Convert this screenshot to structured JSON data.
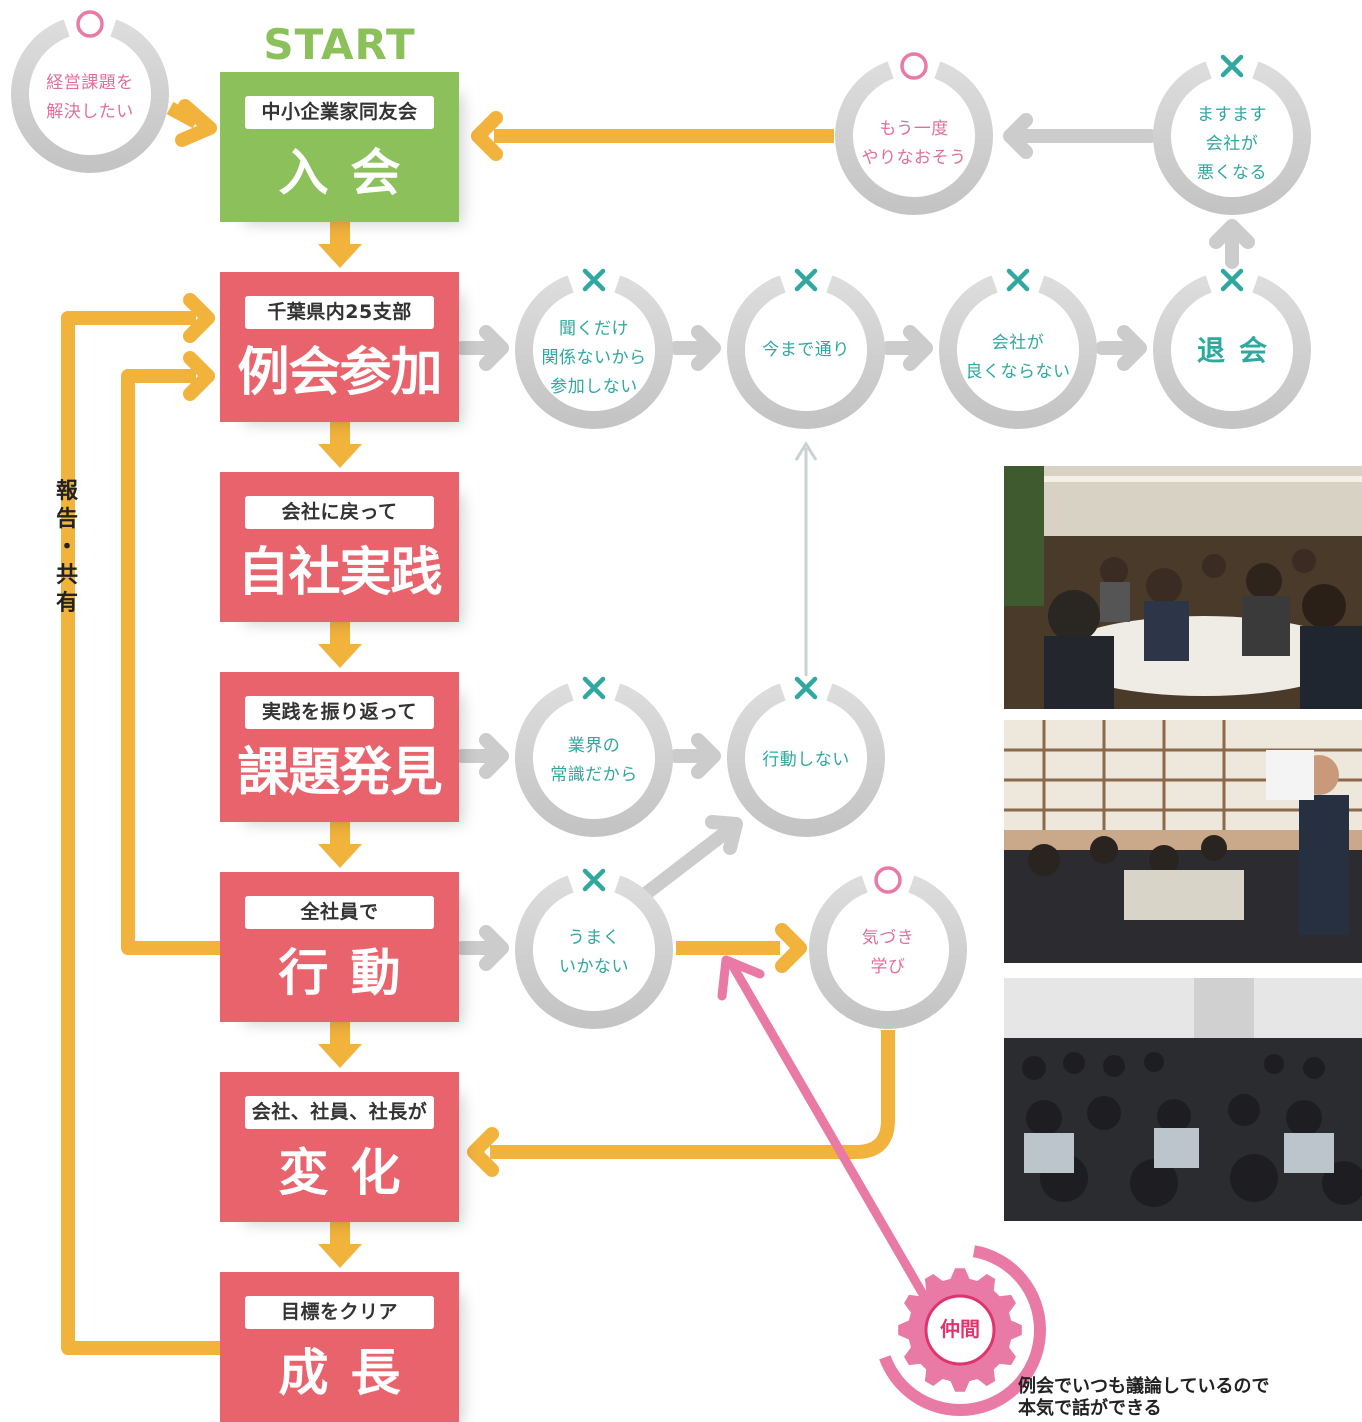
{
  "start": "START",
  "steps": [
    {
      "small": "中小企業家同友会",
      "big": "入会"
    },
    {
      "small": "千葉県内25支部",
      "big": "例会参加"
    },
    {
      "small": "会社に戻って",
      "big": "自社実践"
    },
    {
      "small": "実践を振り返って",
      "big": "課題発見"
    },
    {
      "small": "全社員で",
      "big": "行動"
    },
    {
      "small": "会社、社員、社長が",
      "big": "変化"
    },
    {
      "small": "目標をクリア",
      "big": "成長"
    }
  ],
  "nodes": {
    "want_solve": {
      "mark": "○",
      "lines": [
        "経営課題を",
        "解決したい"
      ]
    },
    "once_more": {
      "mark": "○",
      "lines": [
        "もう一度",
        "やりなおそう"
      ]
    },
    "worse": {
      "mark": "×",
      "lines": [
        "ますます",
        "会社が",
        "悪くなる"
      ]
    },
    "listen_only": {
      "mark": "×",
      "lines": [
        "聞くだけ",
        "関係ないから",
        "参加しない"
      ]
    },
    "as_before": {
      "mark": "×",
      "lines": [
        "今まで通り"
      ]
    },
    "not_better": {
      "mark": "×",
      "lines": [
        "会社が",
        "良くならない"
      ]
    },
    "withdraw": {
      "mark": "×",
      "lines": [
        "退会"
      ]
    },
    "industry_common": {
      "mark": "×",
      "lines": [
        "業界の",
        "常識だから"
      ]
    },
    "no_action": {
      "mark": "×",
      "lines": [
        "行動しない"
      ]
    },
    "not_going_well": {
      "mark": "×",
      "lines": [
        "うまく",
        "いかない"
      ]
    },
    "awareness": {
      "mark": "○",
      "lines": [
        "気づき",
        "学び"
      ]
    }
  },
  "side_label": [
    "報",
    "告",
    "・",
    "共",
    "有"
  ],
  "companion": "仲間",
  "note_lines": [
    "例会でいつも議論しているので",
    "本気で話ができる"
  ],
  "colors": {
    "green": "#8cc05a",
    "red": "#e8636c",
    "yellow": "#f2b33d",
    "gray": "#cccccc",
    "pink": "#e87aa5",
    "teal": "#2fa8a0"
  }
}
